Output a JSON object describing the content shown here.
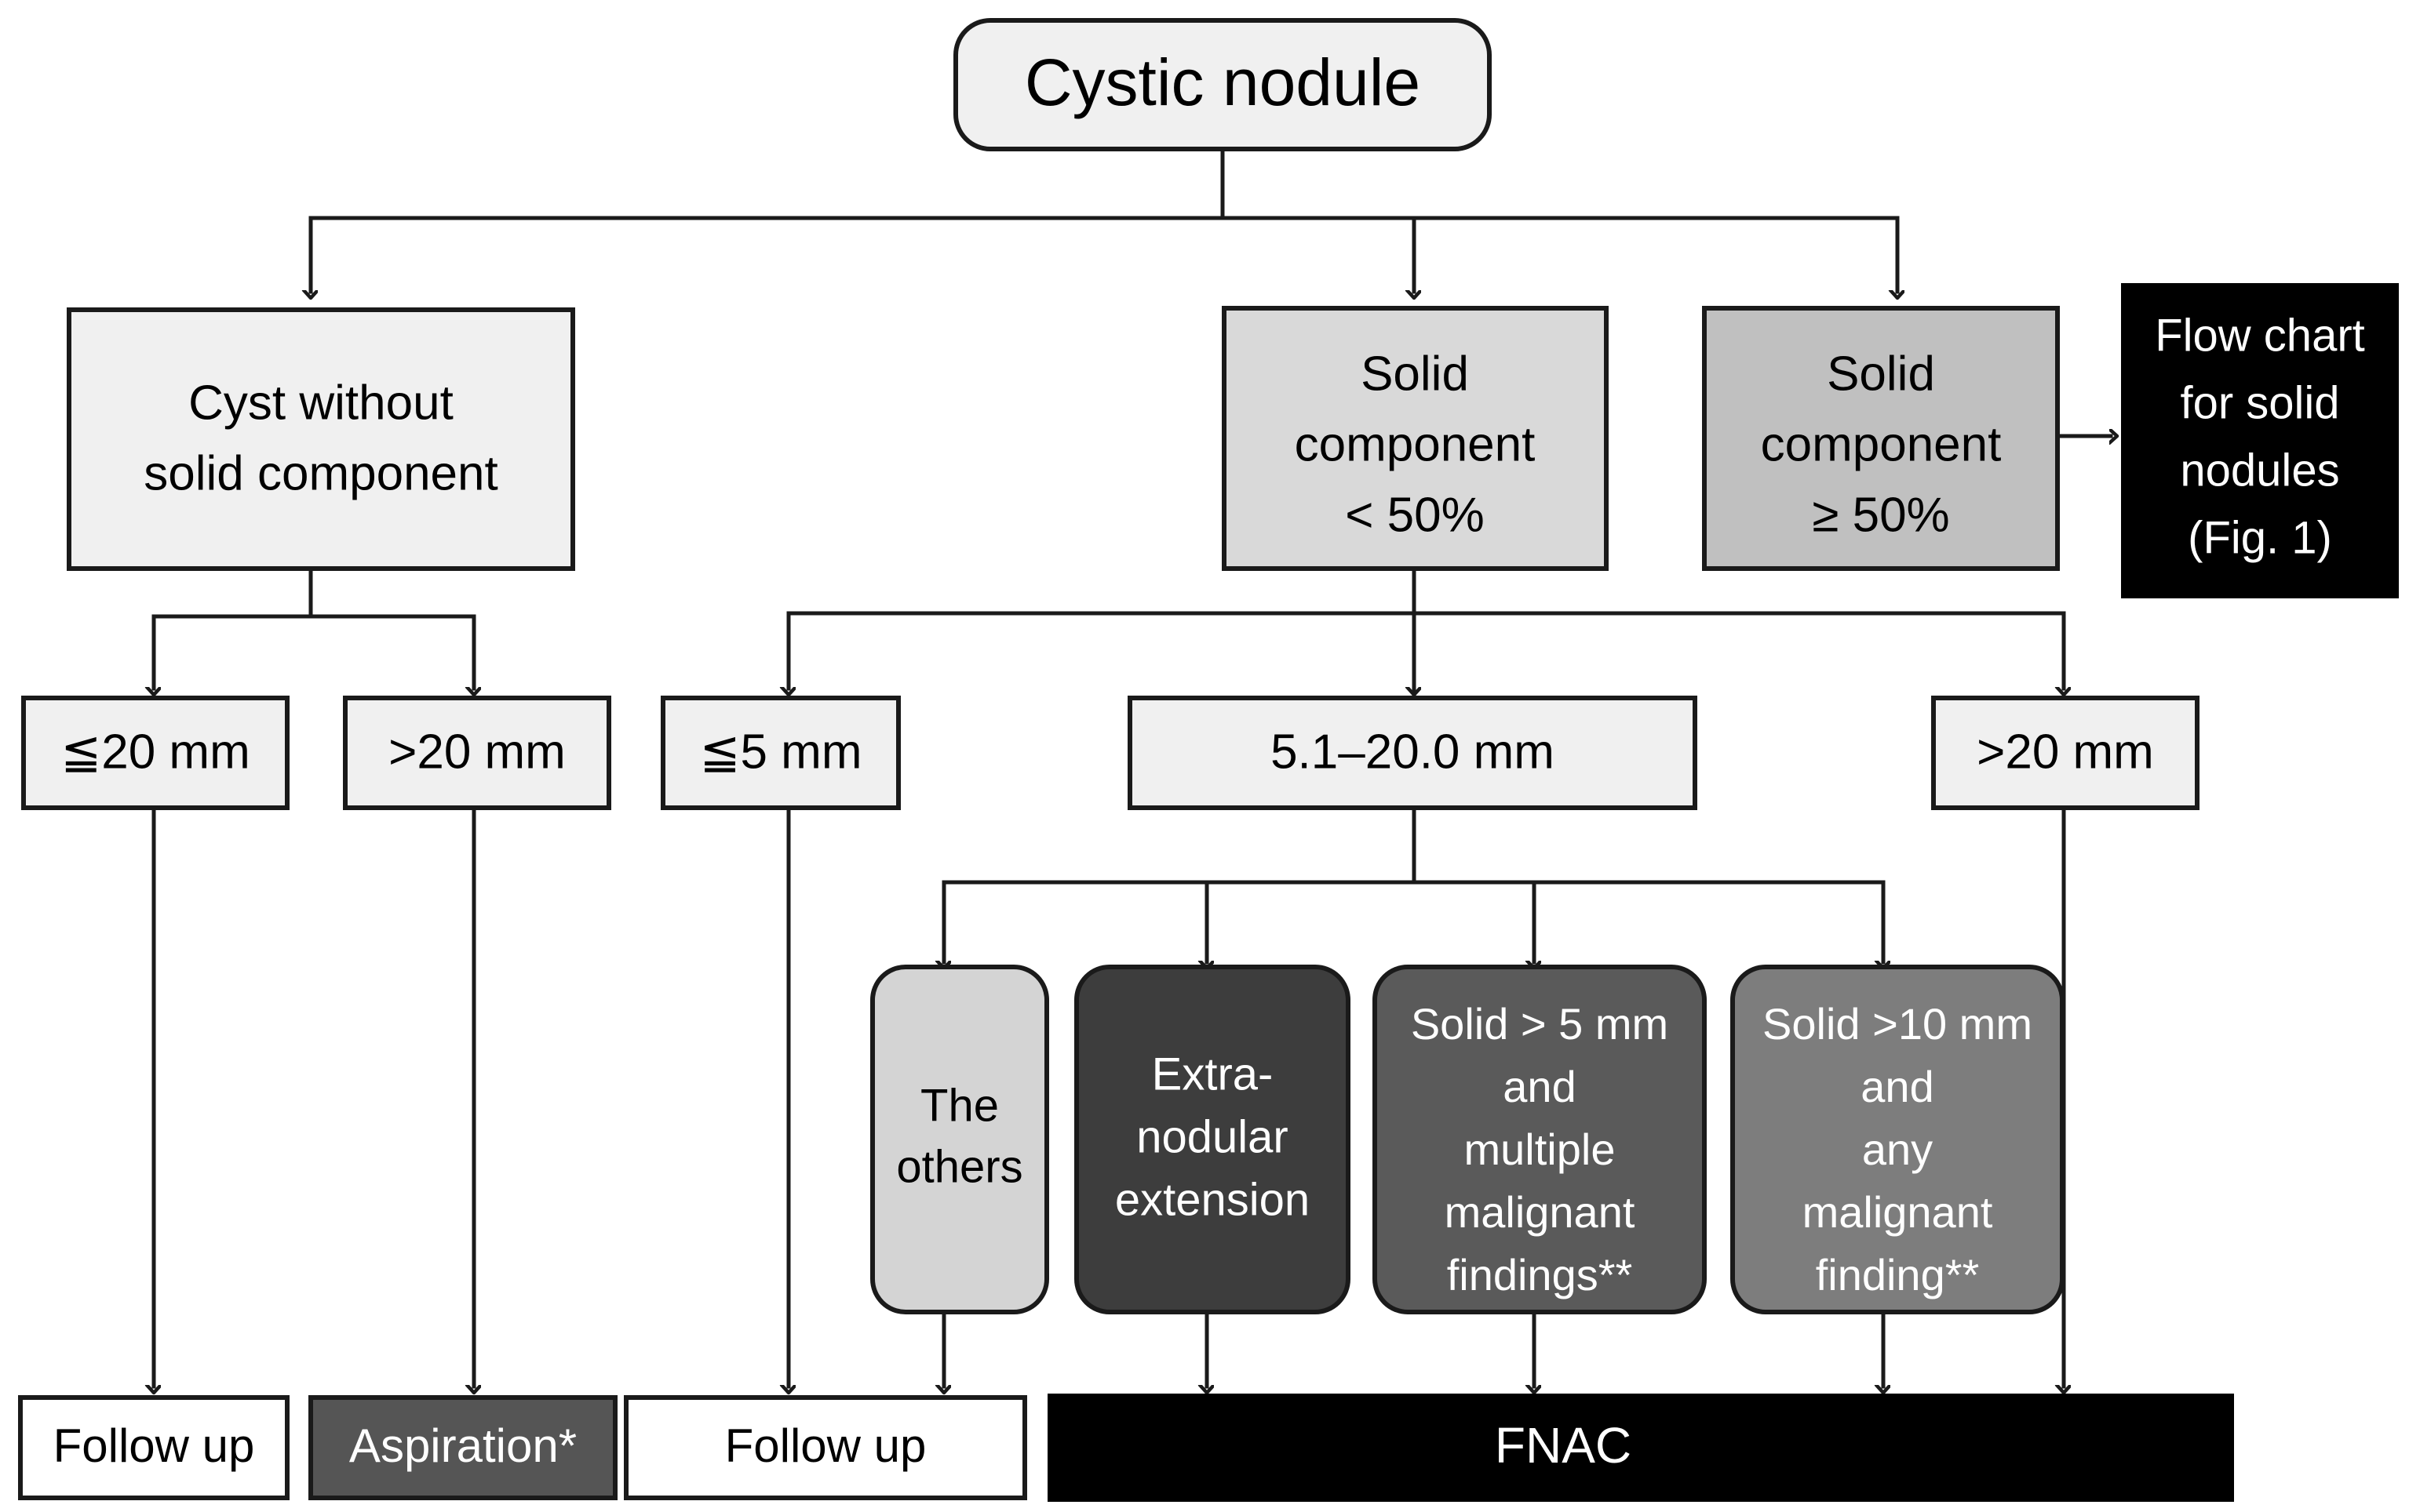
{
  "figure": {
    "type": "flowchart",
    "title": "Cystic nodule management flow chart",
    "palette": {
      "stroke": "#1a1a1a",
      "fill_white": "#ffffff",
      "fill_lightest": "#f0f0f0",
      "fill_light": "#d9d9d9",
      "fill_light2": "#d4d4d4",
      "fill_medium": "#c0c0c0",
      "fill_gray": "#7d7d7d",
      "fill_darkgray": "#5a5a5a",
      "fill_darker": "#555555",
      "fill_darkest": "#3d3d3d",
      "fill_black": "#000000",
      "text_dark": "#000000",
      "text_light": "#ffffff"
    }
  },
  "nodes": {
    "root": {
      "label": "Cystic nodule"
    },
    "cyst_no_solid": {
      "line1": "Cyst without",
      "line2": "solid component"
    },
    "solid_lt50": {
      "line1": "Solid",
      "line2": "component",
      "line3": "< 50%"
    },
    "solid_ge50": {
      "line1": "Solid",
      "line2": "component",
      "line3": "≥ 50%"
    },
    "flow_solid": {
      "line1": "Flow chart",
      "line2": "for solid",
      "line3": "nodules",
      "line4": "(Fig. 1)"
    },
    "size_le20": {
      "label": "≦20 mm"
    },
    "size_gt20_left": {
      "label": ">20 mm"
    },
    "size_le5": {
      "label": "≦5 mm"
    },
    "size_5_20": {
      "label": "5.1–20.0 mm"
    },
    "size_gt20_right": {
      "label": ">20 mm"
    },
    "the_others": {
      "line1": "The",
      "line2": "others"
    },
    "extranodular": {
      "line1": "Extra-",
      "line2": "nodular",
      "line3": "extension"
    },
    "solid_gt5_multi": {
      "line1": "Solid > 5 mm",
      "line2": "and",
      "line3": "multiple",
      "line4": "malignant",
      "line5": "findings**"
    },
    "solid_gt10_any": {
      "line1": "Solid >10 mm",
      "line2": "and",
      "line3": "any",
      "line4": "malignant",
      "line5": "finding**"
    },
    "follow_up_left": {
      "label": "Follow up"
    },
    "aspiration": {
      "label": "Aspiration*"
    },
    "follow_up_mid": {
      "label": "Follow up"
    },
    "fnac": {
      "label": "FNAC"
    }
  }
}
